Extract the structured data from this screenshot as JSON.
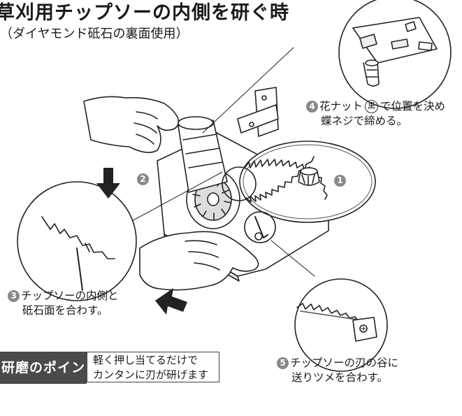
{
  "header": {
    "title": "草刈用チップソーの内側を研ぐ時",
    "subtitle": "（ダイヤモンド砥石の裏面使用）"
  },
  "markers": {
    "n1": "1",
    "n2": "2",
    "n3": "3",
    "n4": "4",
    "n5": "5",
    "black_mark": "黒"
  },
  "captions": {
    "step4_line1": "花ナット",
    "step4_line1_after": "で位置を決め",
    "step4_line2": "蝶ネジで締める。",
    "step3_line1": "チップソーの内側と",
    "step3_line2": "砥石面を合わす。",
    "step5_line1": "チップソーの刃の谷に",
    "step5_line2": "送りツメを合わす。"
  },
  "tip": {
    "label": "研磨のポイント",
    "line1": "軽く押し当てるだけで",
    "line2": "カンタンに刃が研げます"
  }
}
